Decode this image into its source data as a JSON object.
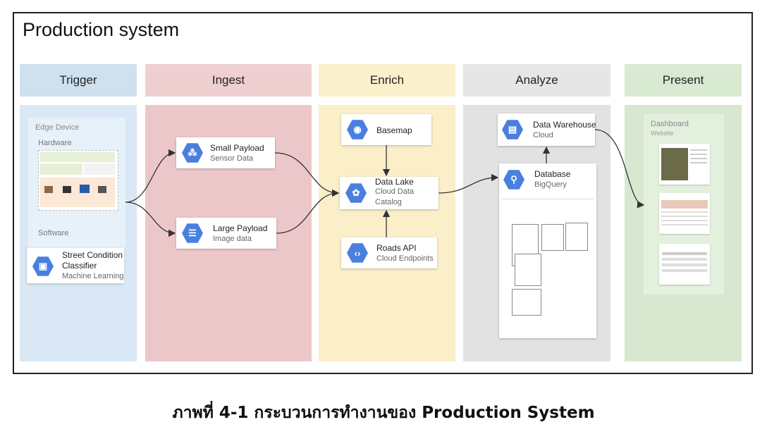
{
  "title": "Production system",
  "stages": [
    "Trigger",
    "Ingest",
    "Enrich",
    "Analyze",
    "Present"
  ],
  "colors": {
    "trigger_header": "#cfe0ef",
    "trigger_lane": "#d9e8f4",
    "ingest_header": "#efcfd0",
    "ingest_lane": "#ecc7c9",
    "enrich_header": "#fbf0cc",
    "enrich_lane": "#faefc9",
    "analyze_header": "#e6e6e6",
    "analyze_lane": "#e2e2e2",
    "present_header": "#d9ead2",
    "present_lane": "#d8e8d0",
    "icon_blue": "#4a7fe0"
  },
  "trigger": {
    "edge_device": "Edge Device",
    "hardware": "Hardware",
    "software": "Software",
    "classifier": {
      "title": "Street Condition",
      "title2": "Classifier",
      "subtitle": "Machine Learning",
      "icon": "chip-icon"
    }
  },
  "ingest": {
    "small": {
      "title": "Small Payload",
      "subtitle": "Sensor Data",
      "icon": "pubsub-icon"
    },
    "large": {
      "title": "Large Payload",
      "subtitle": "Image data",
      "icon": "storage-icon"
    }
  },
  "enrich": {
    "basemap": {
      "title": "Basemap",
      "icon": "maps-icon"
    },
    "datalake": {
      "title": "Data Lake",
      "subtitle": "Cloud Data",
      "subtitle2": "Catalog",
      "icon": "catalog-icon"
    },
    "roads": {
      "title": "Roads API",
      "subtitle": "Cloud Endpoints",
      "icon": "endpoints-icon"
    }
  },
  "analyze": {
    "warehouse": {
      "title": "Data Warehouse",
      "subtitle": "Cloud",
      "icon": "warehouse-icon"
    },
    "database": {
      "title": "Database",
      "subtitle": "BigQuery",
      "icon": "bigquery-icon"
    }
  },
  "present": {
    "dashboard": "Dashboard",
    "website": "Website"
  },
  "caption": "ภาพที่ 4-1 กระบวนการทำงานของ Production System"
}
